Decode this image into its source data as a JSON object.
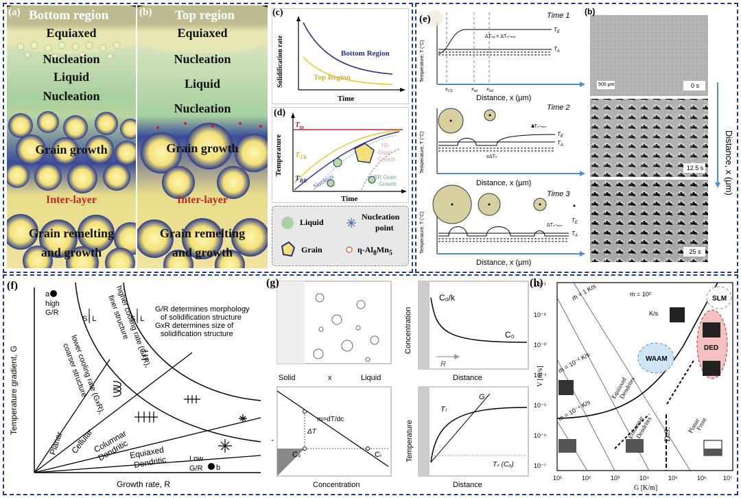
{
  "panel_a": {
    "tag": "(a)",
    "title": "Bottom region",
    "labels": [
      "Equiaxed",
      "Nucleation",
      "Liquid",
      "Nucleation",
      "Grain growth",
      "Inter-layer",
      "Grain remelting",
      "and growth"
    ]
  },
  "panel_b": {
    "tag": "(b)",
    "title": "Top region",
    "labels": [
      "Equiaxed",
      "Nucleation",
      "Liquid",
      "Nucleation",
      "Grain growth",
      "Inter-layer",
      "Grain remelting",
      "and growth"
    ]
  },
  "panel_c": {
    "tag": "(c)",
    "ylabel": "Solidification rate",
    "xlabel": "Time",
    "series": [
      "Bottom Region",
      "Top Region"
    ]
  },
  "panel_d": {
    "tag": "(d)",
    "ylabel": "Temperature",
    "xlabel": "Time",
    "tm": "T",
    "tm_sub": "m",
    "ttr": "T",
    "ttr_sub": "TR",
    "tbr": "T",
    "tbr_sub": "BR",
    "nucleus": "Nucleus",
    "tr_grain": [
      "TR",
      "Grain",
      "Growth"
    ],
    "br_grain": [
      "BR Grain",
      "Growth"
    ]
  },
  "legend": {
    "liquid": "Liquid",
    "nucleation": "Nucleation",
    "point": "point",
    "grain": "Grain",
    "phase": "η-Al",
    "phase_sub1": "8",
    "phase_mid": "Mn",
    "phase_sub2": "5"
  },
  "panel_e": {
    "tag": "(e)",
    "times": [
      "Time 1",
      "Time 2",
      "Time 3"
    ],
    "ylabel": "Temperature, T (°C)",
    "xlabel": "Distance, x (µm)",
    "te": "T",
    "te_sub": "E",
    "ta": "T",
    "ta_sub": "A",
    "dt1": "ΔTₙₐ = ΔTₙ-ₘᵢₙ",
    "dtmin": "ΔTₙ-ₘᵢₙ",
    "dtn": "≥ΔTₙ",
    "x_ticks": [
      "x",
      "x",
      "x"
    ],
    "x_subs": [
      "CS",
      "sd",
      "Sd"
    ]
  },
  "panel_eb": {
    "tag": "(b)",
    "scale": "500 μm",
    "times": [
      "0 s",
      "12.5 s",
      "25 s"
    ],
    "axis": "Distance, x (μm)"
  },
  "panel_f": {
    "tag": "(f)",
    "ylabel": "Temperature gradient, G",
    "xlabel": "Growth rate, R",
    "high": [
      "a",
      "high",
      "G/R"
    ],
    "low": [
      "Low",
      "G/R",
      "b"
    ],
    "sl": "S│L",
    "note1": "G/R determines morphology",
    "note2": "of solidification structure",
    "note3": "GxR determines size of",
    "note4": "solidification structure",
    "higher": [
      "higher cooling rate (GxR),",
      "finer structure"
    ],
    "lower": [
      "lower cooling rate (GxR),",
      "coarser structure"
    ],
    "regions": [
      "Planar",
      "Cellular",
      "Columnar",
      "Dendritic",
      "Equiaxed",
      "Dendritic"
    ]
  },
  "panel_g": {
    "tag": "(g)",
    "solid": "Solid",
    "liquid": "Liquid",
    "x": "x",
    "conc_label": "Concentration",
    "distance": "Distance",
    "c0k": "C₀/k",
    "c0": "C₀",
    "r": "R",
    "temp": "Temperature",
    "conc": "Concentration",
    "m": "m=dT/dc",
    "dt": "ΔT",
    "cl": "Cₗ",
    "tl": "Tₗ",
    "g": "G",
    "ts": "Tₛ (C₀)"
  },
  "panel_h": {
    "tag": "(h)",
    "ylabel": "V [m/s]",
    "xlabel": "G [K/m]",
    "y_ticks": [
      "10⁻¹",
      "10⁻²",
      "10⁻³",
      "10⁻⁴",
      "10⁻⁵",
      "10⁻⁶",
      "10⁻⁷"
    ],
    "x_ticks": [
      "10¹",
      "10²",
      "10³",
      "10⁴",
      "10⁵",
      "10⁶",
      "10⁷"
    ],
    "rates": [
      "ṁ = 1 K/s",
      "ṁ = 10²",
      "K/s",
      "ṁ = 10⁻² K/s",
      "ṁ = 10⁻⁴ K/s"
    ],
    "regions": [
      "Equiaxed",
      "Dendrites",
      "Columnar",
      "Dendrites",
      "D.S.",
      "Planar",
      "Front"
    ],
    "processes": [
      "WAAM",
      "DED",
      "SLM"
    ]
  },
  "colors": {
    "frame": "#1f3a8a",
    "liquid": "#a9d1a3",
    "grain": "#f0df6a",
    "deep": "#253080",
    "red": "#c0262a",
    "blue_axis": "#4a90d0"
  }
}
